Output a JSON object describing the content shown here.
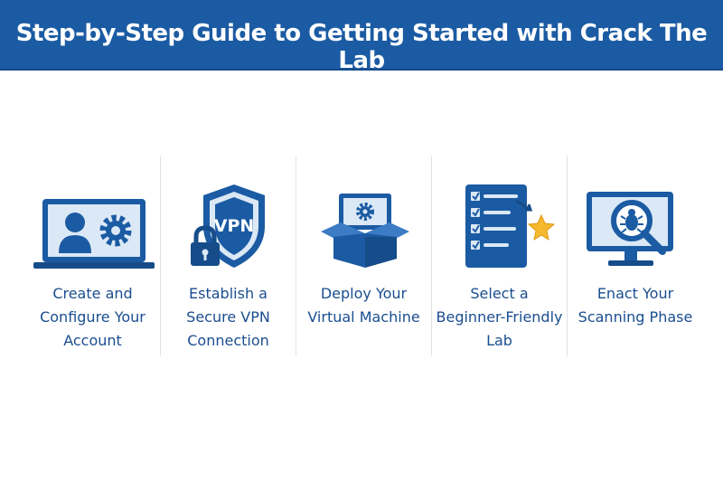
{
  "header": {
    "title": "Step-by-Step Guide to Getting Started with Crack The Lab"
  },
  "steps": [
    {
      "icon": "user-laptop-settings-icon",
      "lines": [
        "Create and",
        "Configure Your",
        "Account"
      ]
    },
    {
      "icon": "vpn-shield-lock-icon",
      "vpn_text": "VPN",
      "lines": [
        "Establish a",
        "Secure VPN",
        "Connection"
      ]
    },
    {
      "icon": "virtual-machine-box-icon",
      "lines": [
        "Deploy Your",
        "Virtual Machine"
      ]
    },
    {
      "icon": "checklist-star-icon",
      "lines": [
        "Select a",
        "Beginner-Friendly",
        "Lab"
      ]
    },
    {
      "icon": "monitor-bug-scan-icon",
      "lines": [
        "Enact Your",
        "Scanning Phase"
      ]
    }
  ],
  "colors": {
    "primary": "#1b5ba3",
    "dark": "#164c89",
    "light": "#dbe8f6",
    "star": "#f5b82e"
  }
}
